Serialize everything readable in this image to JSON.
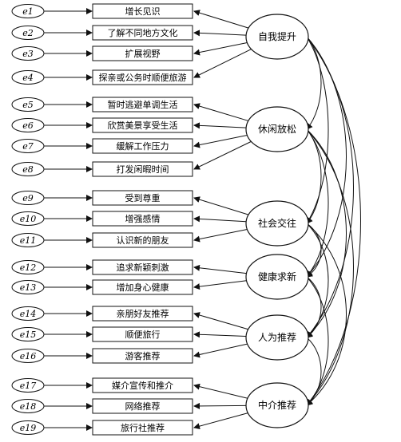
{
  "errors": [
    "e1",
    "e2",
    "e3",
    "e4",
    "e5",
    "e6",
    "e7",
    "e8",
    "e9",
    "e10",
    "e11",
    "e12",
    "e13",
    "e14",
    "e15",
    "e16",
    "e17",
    "e18",
    "e19"
  ],
  "indicators": [
    "增长见识",
    "了解不同地方文化",
    "扩展视野",
    "探亲或公务时顺便旅游",
    "暂时逃避单调生活",
    "欣赏美景享受生活",
    "缓解工作压力",
    "打发闲暇时间",
    "受到尊重",
    "增强感情",
    "认识新的朋友",
    "追求新颖刺激",
    "增加身心健康",
    "亲朋好友推荐",
    "顺便旅行",
    "游客推荐",
    "媒介宣传和推介",
    "网络推荐",
    "旅行社推荐"
  ],
  "factors": [
    {
      "label": "自我提升",
      "indicators": [
        0,
        1,
        2,
        3
      ]
    },
    {
      "label": "休闲放松",
      "indicators": [
        4,
        5,
        6,
        7
      ]
    },
    {
      "label": "社会交往",
      "indicators": [
        8,
        9,
        10
      ]
    },
    {
      "label": "健康求新",
      "indicators": [
        11,
        12
      ]
    },
    {
      "label": "人为推荐",
      "indicators": [
        13,
        14,
        15
      ]
    },
    {
      "label": "中介推荐",
      "indicators": [
        16,
        17,
        18
      ]
    }
  ]
}
